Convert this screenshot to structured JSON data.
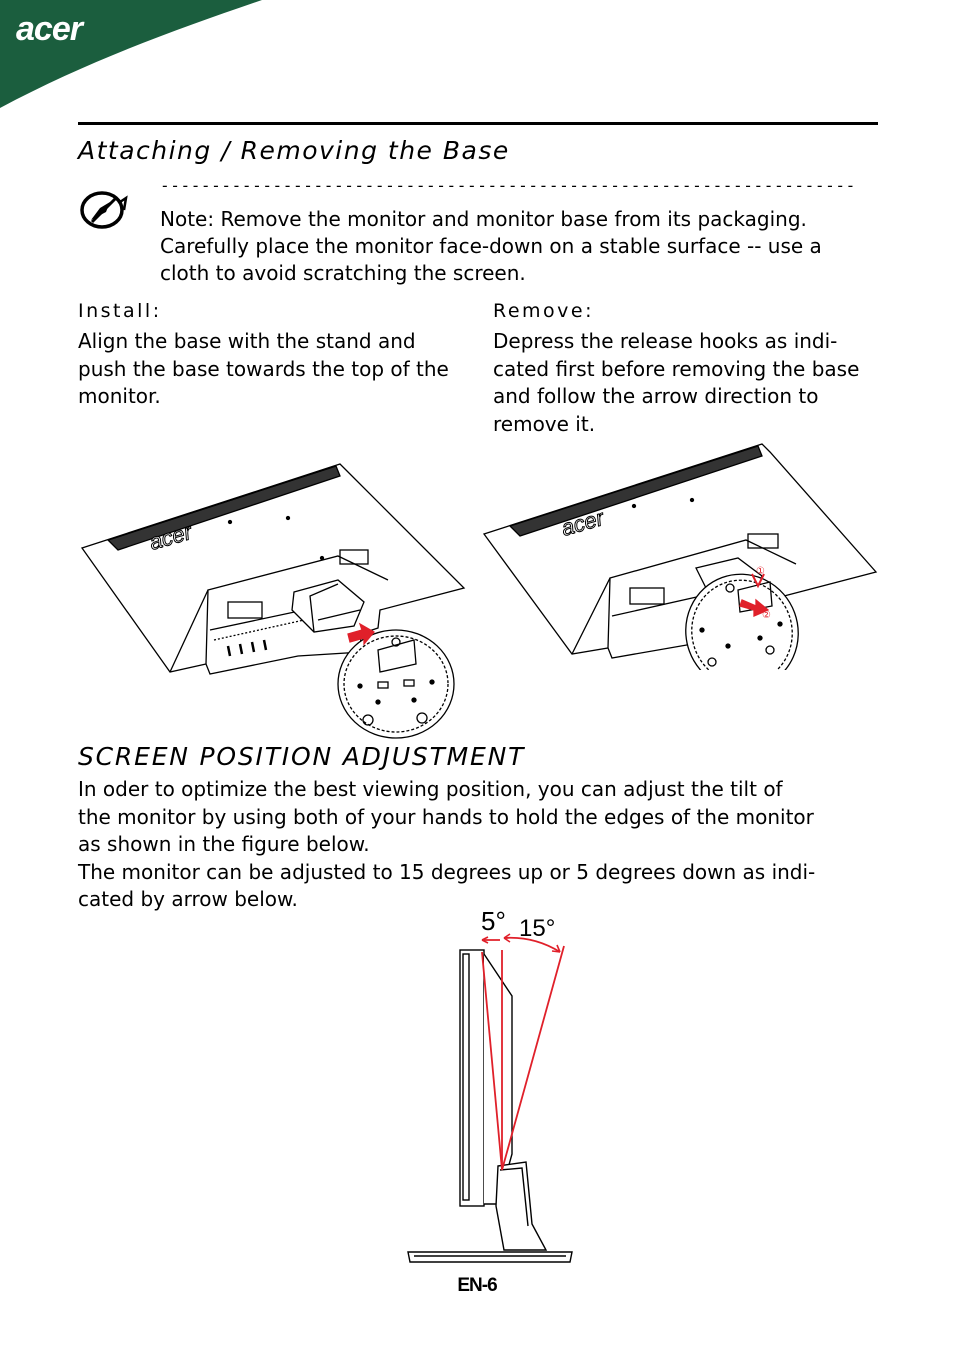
{
  "header": {
    "logo_text": "acer",
    "brand_color": "#1b5e3e"
  },
  "section_base": {
    "title": "Attaching / Removing  the  Base",
    "note": {
      "icon": "note-pencil-icon",
      "dashes": "--------------------------------------------------------------------",
      "text": "Note: Remove the monitor and monitor base from its packaging. Carefully place the monitor face-down on a stable surface -- use a cloth to avoid scratching the screen."
    },
    "install": {
      "heading": "Install:",
      "text": "Align the base with the stand and push the base towards the top of the monitor."
    },
    "remove": {
      "heading": "Remove:",
      "text": "Depress the release hooks as indi-cated first before removing the base and follow the arrow direction to remove it.",
      "step_marks": [
        "①",
        "②"
      ]
    },
    "figures": {
      "install": "monitor-install-illustration",
      "remove": "monitor-remove-illustration",
      "arrow_color": "#e0202a",
      "monitor_logo": "acer"
    }
  },
  "section_screen": {
    "title": "SCREEN  POSITION  ADJUSTMENT",
    "text_lines": [
      "In oder to optimize the best viewing position, you can adjust the tilt of",
      "the monitor by using both of your hands to hold the edges of the monitor",
      "as shown in the figure below.",
      "The monitor can be adjusted to 15 degrees up or 5 degrees down as indi-",
      "cated by arrow below."
    ],
    "tilt_figure": {
      "angle_down": "5°",
      "angle_up": "15°",
      "line_color": "#e0202a"
    }
  },
  "footer": {
    "page_number": "EN-6"
  }
}
